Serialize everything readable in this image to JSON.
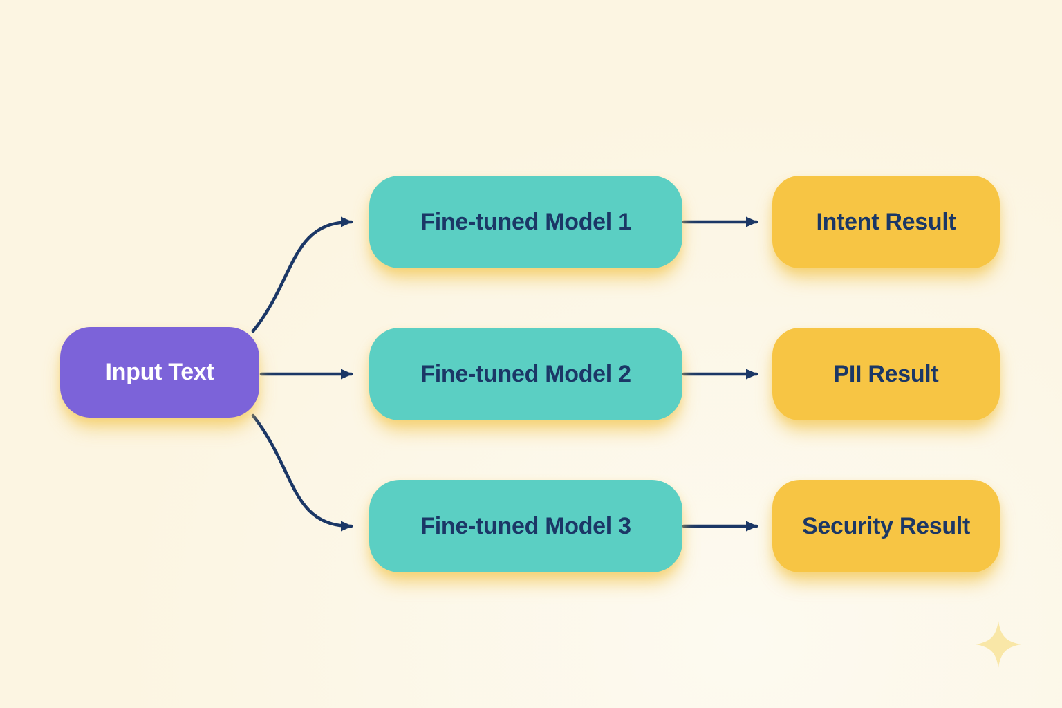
{
  "diagram": {
    "type": "flowchart",
    "nodes": {
      "input": {
        "id": "input",
        "label": "Input Text"
      },
      "models": [
        {
          "id": "model-1",
          "label": "Fine-tuned Model 1"
        },
        {
          "id": "model-2",
          "label": "Fine-tuned Model 2"
        },
        {
          "id": "model-3",
          "label": "Fine-tuned Model 3"
        }
      ],
      "results": [
        {
          "id": "intent-result",
          "label": "Intent Result"
        },
        {
          "id": "pii-result",
          "label": "PII Result"
        },
        {
          "id": "security-result",
          "label": "Security Result"
        }
      ]
    },
    "edges": [
      {
        "from": "input",
        "to": "model-1"
      },
      {
        "from": "input",
        "to": "model-2"
      },
      {
        "from": "input",
        "to": "model-3"
      },
      {
        "from": "model-1",
        "to": "intent-result"
      },
      {
        "from": "model-2",
        "to": "pii-result"
      },
      {
        "from": "model-3",
        "to": "security-result"
      }
    ],
    "icons": {
      "sparkle": "four-point-star-icon"
    }
  },
  "colors": {
    "background": "#fcf5e2",
    "input-fill": "#7c63d9",
    "input-text": "#ffffff",
    "model-fill": "#5bcfc3",
    "result-fill": "#f7c544",
    "node-text": "#1b3766",
    "arrow": "#1b3766",
    "glow": "#f3ca5c",
    "sparkle": "#f9e7a7"
  }
}
